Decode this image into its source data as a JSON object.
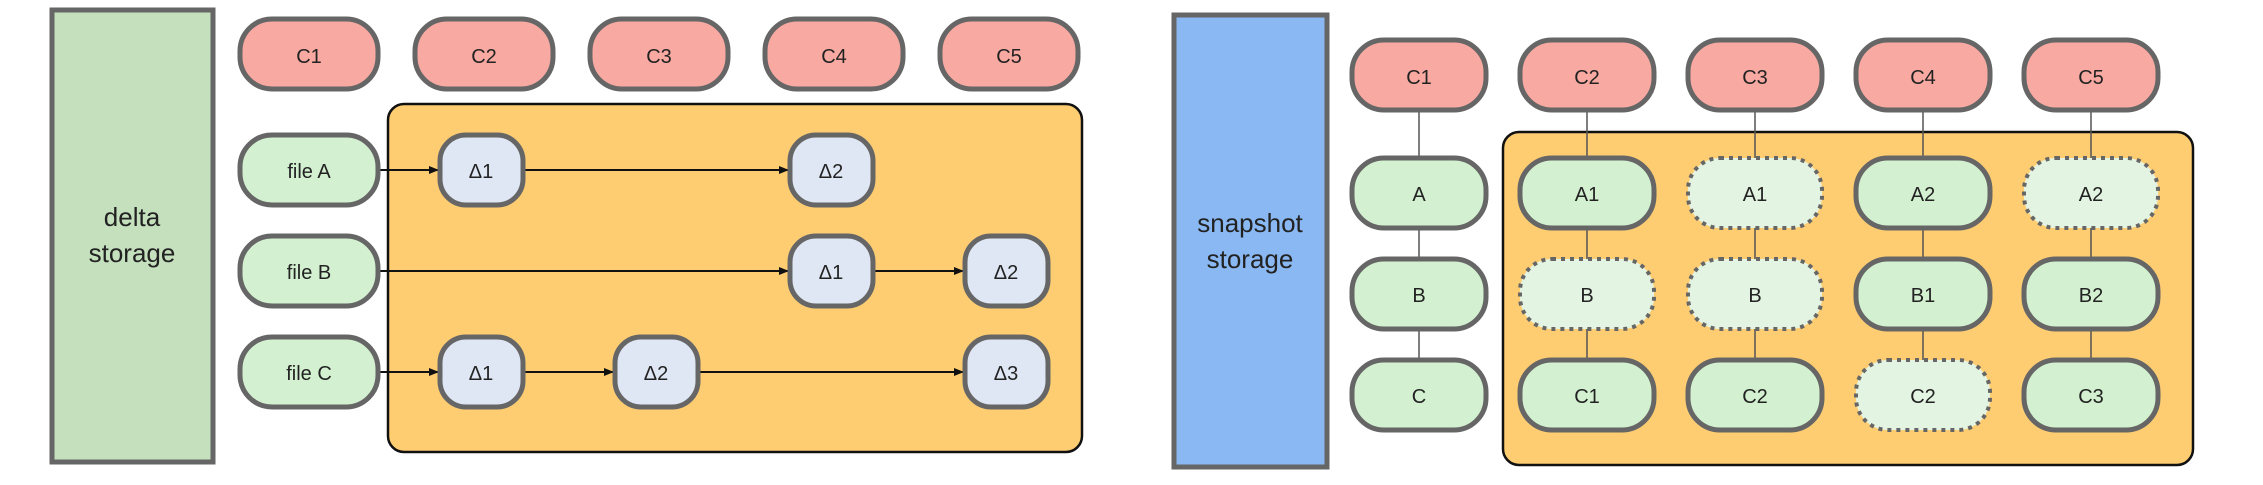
{
  "delta_panel": {
    "label_lines": [
      "delta",
      "storage"
    ],
    "commits": [
      "C1",
      "C2",
      "C3",
      "C4",
      "C5"
    ],
    "files": [
      {
        "name": "file A",
        "deltas": [
          {
            "label": "Δ1",
            "col": 1
          },
          {
            "label": "Δ2",
            "col": 3
          }
        ]
      },
      {
        "name": "file B",
        "deltas": [
          {
            "label": "Δ1",
            "col": 3
          },
          {
            "label": "Δ2",
            "col": 4
          }
        ]
      },
      {
        "name": "file C",
        "deltas": [
          {
            "label": "Δ1",
            "col": 1
          },
          {
            "label": "Δ2",
            "col": 2
          },
          {
            "label": "Δ3",
            "col": 4
          }
        ]
      }
    ]
  },
  "snapshot_panel": {
    "label_lines": [
      "snapshot",
      "storage"
    ],
    "commits": [
      "C1",
      "C2",
      "C3",
      "C4",
      "C5"
    ],
    "grid": [
      [
        {
          "label": "A",
          "style": "solid"
        },
        {
          "label": "A1",
          "style": "solid"
        },
        {
          "label": "A1",
          "style": "dashed"
        },
        {
          "label": "A2",
          "style": "solid"
        },
        {
          "label": "A2",
          "style": "dashed"
        }
      ],
      [
        {
          "label": "B",
          "style": "solid"
        },
        {
          "label": "B",
          "style": "dashed"
        },
        {
          "label": "B",
          "style": "dashed"
        },
        {
          "label": "B1",
          "style": "solid"
        },
        {
          "label": "B2",
          "style": "solid"
        }
      ],
      [
        {
          "label": "C",
          "style": "solid"
        },
        {
          "label": "C1",
          "style": "solid"
        },
        {
          "label": "C2",
          "style": "solid"
        },
        {
          "label": "C2",
          "style": "dashed"
        },
        {
          "label": "C3",
          "style": "solid"
        }
      ]
    ]
  },
  "colors": {
    "delta_label_bg": "#c4e0bd",
    "snapshot_label_bg": "#8ab8f2",
    "commit_fill": "#f8a9a1",
    "file_fill": "#d3f1d0",
    "file_dashed_fill": "#e4f4e2",
    "delta_fill": "#dfe7f4",
    "highlight_fill": "#fecd72",
    "stroke": "#666666"
  }
}
